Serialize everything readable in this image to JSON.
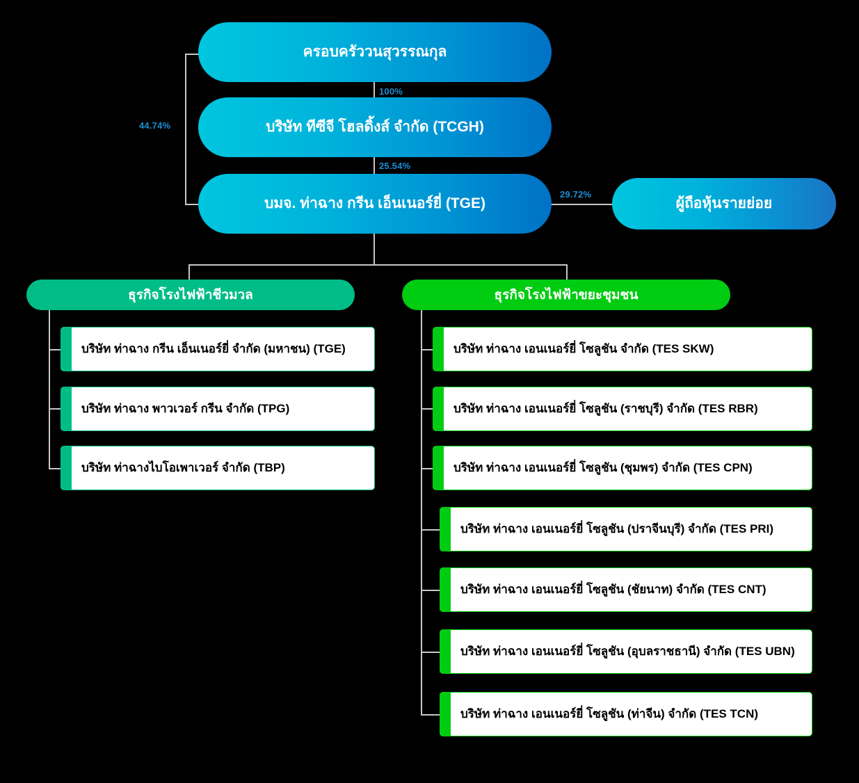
{
  "diagram": {
    "title": "TGE shareholding and business structure chart",
    "colors": {
      "pill_gradient_start": "#00c6de",
      "pill_gradient_end": "#0071c5",
      "biomass_green": "#00bd88",
      "waste_green": "#00cc11",
      "connector_line": "#c8c8c8",
      "percent_text": "#1b8fd4",
      "background": "#000000",
      "card_background": "#ffffff",
      "card_text": "#000000"
    },
    "top": {
      "family": "ครอบครัววนสุวรรณกุล",
      "holding": "บริษัท ทีซีจี โฮลดิ้งส์ จำกัด (TCGH)",
      "listed": "บมจ. ท่าฉาง กรีน เอ็นเนอร์ยี่ (TGE)",
      "minority": "ผู้ถือหุ้นรายย่อย"
    },
    "percentages": {
      "family_to_listed": "44.74%",
      "family_to_holding": "100%",
      "holding_to_listed": "25.54%",
      "minority_to_listed": "29.72%"
    },
    "divisions": [
      {
        "key": "biomass",
        "header": "ธุรกิจโรงไฟฟ้าชีวมวล",
        "accent": "#00bd88",
        "companies": [
          "บริษัท ท่าฉาง กรีน เอ็นเนอร์ยี่ จำกัด (มหาชน) (TGE)",
          "บริษัท ท่าฉาง พาวเวอร์ กรีน จำกัด (TPG)",
          "บริษัท ท่าฉางไบโอเพาเวอร์ จำกัด (TBP)"
        ]
      },
      {
        "key": "waste",
        "header": "ธุรกิจโรงไฟฟ้าขยะชุมชน",
        "accent": "#00cc11",
        "companies": [
          "บริษัท ท่าฉาง เอนเนอร์ยี่ โซลูชัน จำกัด (TES SKW)",
          "บริษัท ท่าฉาง เอนเนอร์ยี่ โซลูชัน (ราชบุรี) จำกัด (TES RBR)",
          "บริษัท ท่าฉาง เอนเนอร์ยี่ โซลูชัน (ชุมพร) จำกัด (TES CPN)",
          "บริษัท ท่าฉาง เอนเนอร์ยี่ โซลูชัน (ปราจีนบุรี) จำกัด (TES PRI)",
          "บริษัท ท่าฉาง เอนเนอร์ยี่ โซลูชัน (ชัยนาท) จำกัด (TES CNT)",
          "บริษัท ท่าฉาง เอนเนอร์ยี่ โซลูชัน (อุบลราชธานี) จำกัด (TES UBN)",
          "บริษัท ท่าฉาง เอนเนอร์ยี่ โซลูชัน (ท่าจีน) จำกัด (TES TCN)"
        ]
      }
    ]
  }
}
